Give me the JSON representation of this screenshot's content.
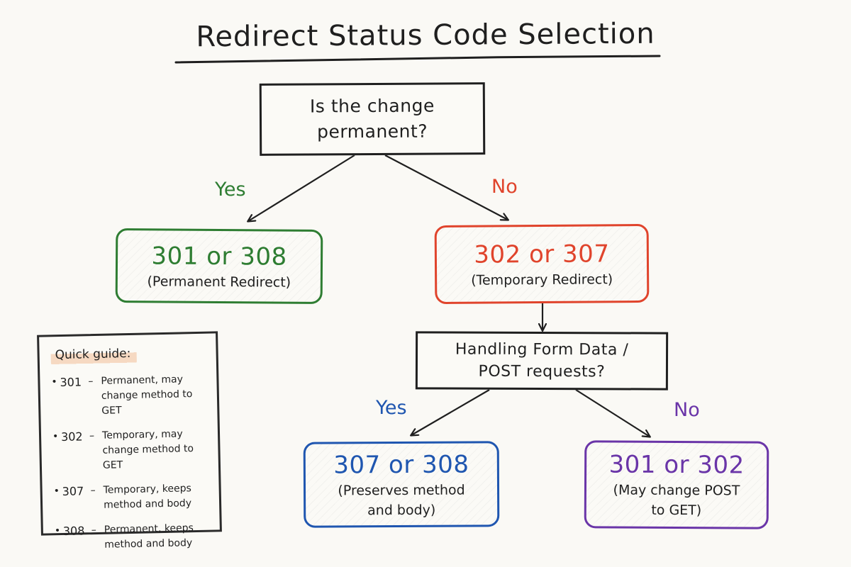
{
  "title": "Redirect Status Code Selection",
  "question1": {
    "line1": "Is the change",
    "line2": "permanent?"
  },
  "branch1": {
    "yes": "Yes",
    "no": "No"
  },
  "result_permanent": {
    "codes": "301 or 308",
    "desc": "(Permanent Redirect)"
  },
  "result_temporary": {
    "codes": "302 or 307",
    "desc": "(Temporary Redirect)"
  },
  "question2": {
    "line1": "Handling Form Data /",
    "line2": "POST requests?"
  },
  "branch2": {
    "yes": "Yes",
    "no": "No"
  },
  "result_preserve": {
    "codes": "307 or 308",
    "line1": "(Preserves method",
    "line2": "and body)"
  },
  "result_change": {
    "codes": "301 or 302",
    "line1": "(May change POST",
    "line2": "to GET)"
  },
  "guide": {
    "title": "Quick guide:",
    "items": [
      {
        "bullet": "•",
        "code": "301",
        "dash": "–",
        "line1": "Permanent, may",
        "line2": "change method to GET"
      },
      {
        "bullet": "•",
        "code": "302",
        "dash": "–",
        "line1": "Temporary, may",
        "line2": "change method to GET"
      },
      {
        "bullet": "•",
        "code": "307",
        "dash": "–",
        "line1": "Temporary, keeps",
        "line2": "method and body"
      },
      {
        "bullet": "•",
        "code": "308",
        "dash": "–",
        "line1": "Permanent, keeps",
        "line2": "method and body"
      }
    ]
  },
  "colors": {
    "ink": "#1f1f1f",
    "yes_green": "#2e7d32",
    "no_red": "#e0442c",
    "yes_blue": "#1f56b0",
    "no_purple": "#6a35a8",
    "highlight": "#f6d9c2"
  }
}
